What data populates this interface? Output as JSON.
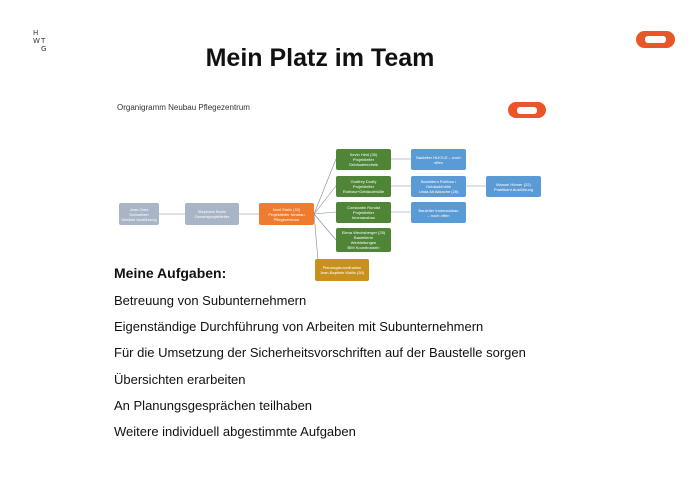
{
  "logo": {
    "letters": [
      "H",
      "T",
      "W",
      "G"
    ]
  },
  "title": "Mein Platz im Team",
  "org_chart": {
    "title": "Organigramm Neubau Pflegezentrum",
    "brand_pill_text": "",
    "boxes": {
      "b1": "Jean-Yves Schweitzer\nDirektor Ausführung",
      "b2": "Stéphane Bonin\nGesamtprojektleiter",
      "b3": "Noel Stalin (32)\nProjektleiter Neubau\nPflegezentrum",
      "g1": "Kevin Heid (30)\nProjektleiter\nGebäudetechnik",
      "g2": "Godfrey Dodfy\nProjektleiter\nRohbau+Gebäudehülle",
      "g3": "Constantin Rundst\nProjektleiter\nInnenausbau",
      "g4": "Elena Wechsberger (25)\nBauleiterin\nWerkleitungen\nBIM Koordinatorin",
      "p1": "Planungskoordination\nJean-Baptiste Wallis (50)",
      "bl1": "Bauleiter HLKS-E – noch\noffen",
      "bl2": "Bauleitern Rohbau /\nGebäudehülle\nLinda Alt Akkache (26)",
      "bl3": "Bauleiter Innenausbau\n– noch offen",
      "bl4": "Manuel Hörner (22)\nPraktikant Ausführung"
    },
    "colors": {
      "gray": "#a9b5c6",
      "orange": "#ee7b2e",
      "green": "#4f8537",
      "blue": "#5b9bd5",
      "gold": "#c8911e",
      "brand": "#e8562a"
    }
  },
  "tasks": {
    "heading": "Meine Aufgaben:",
    "items": [
      "Betreuung von Subunternehmern",
      "Eigenständige Durchführung von Arbeiten mit Subunternehmern",
      "Für die Umsetzung der Sicherheitsvorschriften auf der Baustelle sorgen",
      "Übersichten erarbeiten",
      "An Planungsgesprächen teilhaben",
      "Weitere individuell abgestimmte Aufgaben"
    ]
  }
}
